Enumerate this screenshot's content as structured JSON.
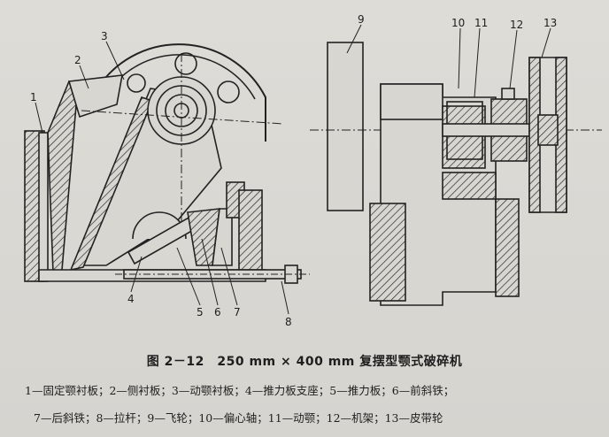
{
  "figure": {
    "caption": "图 2－12　250 mm × 400 mm 复摆型颚式破碎机",
    "legend_line1": "1—固定颚衬板；2—侧衬板；3—动颚衬板；4—推力板支座；5—推力板；6—前斜铁；",
    "legend_line2": "7—后斜铁；8—拉杆；9—飞轮；10—偏心轴；11—动颚；12—机架；13—皮带轮",
    "labels": [
      "1",
      "2",
      "3",
      "4",
      "5",
      "6",
      "7",
      "8",
      "9",
      "10",
      "11",
      "12",
      "13"
    ]
  }
}
